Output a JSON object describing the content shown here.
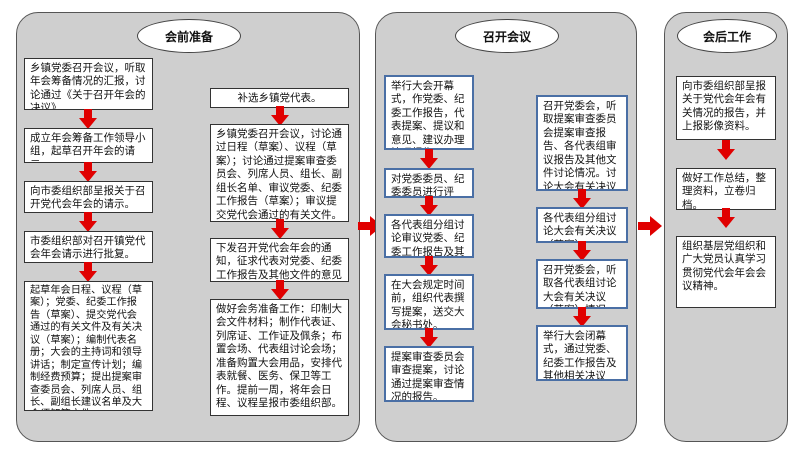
{
  "panels": {
    "prep": {
      "title": "会前准备",
      "left_boxes": [
        "乡镇党委召开会议，听取年会筹备情况的汇报，讨论通过《关于召开年会的决议》。",
        "成立年会筹备工作领导小组，起草召开年会的请示。",
        "向市委组织部呈报关于召开党代会年会的请示。",
        "市委组织部对召开镇党代会年会请示进行批复。",
        "起草年会日程、议程（草案）；党委、纪委工作报告（草案）、提交党代会通过的有关文件及有关决议（草案）；编制代表名册；大会的主持词和领导讲话；制定宣传计划；编制经费预算；提出提案审查委员会、列席人员、组长、副组长建议名单及大会须知等文件。"
      ],
      "right_boxes": [
        "补选乡镇党代表。",
        "乡镇党委召开会议，讨论通过日程（草案）、议程（草案）；讨论通过提案审查委员会、列席人员、组长、副组长名单、审议党委、纪委工作报告（草案）；审议提交党代会通过的有关文件。",
        "下发召开党代会年会的通知，征求代表对党委、纪委工作报告及其他文件的意见建议。",
        "做好会务准备工作：印制大会文件材料；制作代表证、列席证、工作证及佩条；布置会场、代表组讨论会场；准备购置大会用品，安排代表就餐、医务、保卫等工作。提前一周，将年会日程、议程呈报市委组织部。"
      ]
    },
    "meeting": {
      "title": "召开会议",
      "left_boxes": [
        "举行大会开幕式，作党委、纪委工作报告，代表提案、提议和意见、建议办理情况报告。",
        "对党委委员、纪委委员进行评议。",
        "各代表组分组讨论审议党委、纪委工作报告及其他文件。",
        "在大会规定时间前，组织代表撰写提案，送交大会秘书处。",
        "提案审查委员会审查提案，讨论通过提案审查情况的报告。"
      ],
      "right_boxes": [
        "召开党委会，听取提案审查委员会提案审查报告、各代表组审议报告及其他文件讨论情况。讨论大会有关决议（草案）。",
        "各代表组分组讨论大会有关决议（草案）。",
        "召开党委会，听取各代表组讨论大会有关决议（草案）情况。",
        "举行大会闭幕式，通过党委、纪委工作报告及其他相关决议（草案）。"
      ]
    },
    "after": {
      "title": "会后工作",
      "boxes": [
        "向市委组织部呈报关于党代会年会有关情况的报告，并上报影像资料。",
        "做好工作总结，整理资料，立卷归档。",
        "组织基层党组织和广大党员认真学习贯彻党代会年会会议精神。"
      ]
    }
  }
}
